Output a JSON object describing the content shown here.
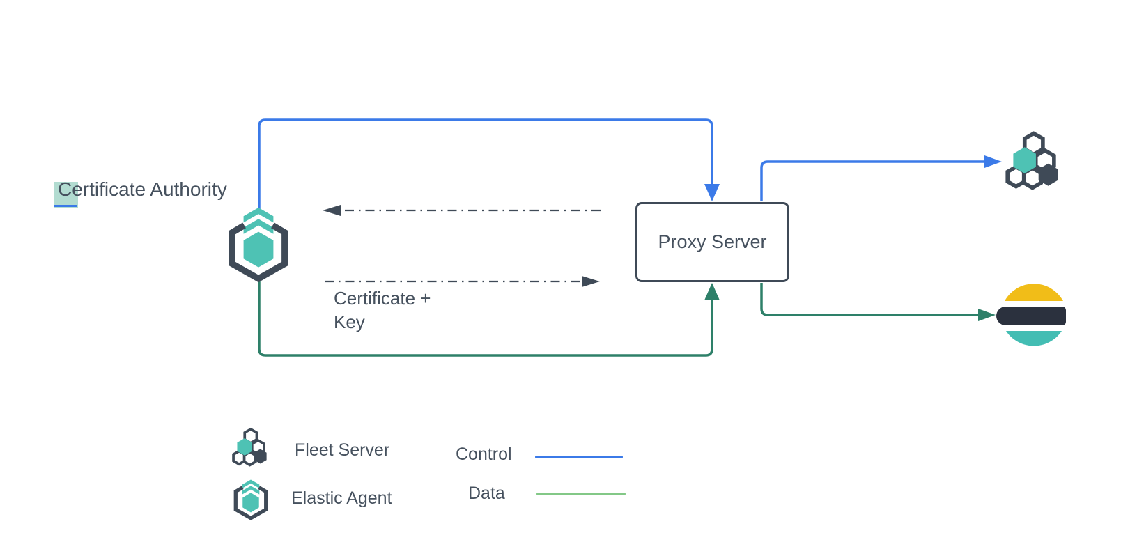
{
  "diagram": {
    "certificate_authority_label": "Certificate Authority",
    "proxy_server_label": "Proxy Server",
    "certificate_key_line1": "Certificate +",
    "certificate_key_line2": "Key"
  },
  "legend": {
    "fleet_server_label": "Fleet Server",
    "elastic_agent_label": "Elastic Agent",
    "control_label": "Control",
    "data_label": "Data"
  },
  "icons": {
    "elastic_agent": "elastic-agent-icon (hexagon brackets with teal hexagon and chevrons)",
    "fleet_server": "fleet-server-icon (cluster of hexagons, one teal, one dark)",
    "elasticsearch": "elasticsearch-icon (yellow top arc, dark bar, teal bottom arc)"
  },
  "colors": {
    "control_blue": "#3b7ae8",
    "data_green": "#2e8069",
    "legend_data_green": "#83c887",
    "slate_dark": "#3f4a57",
    "agent_teal": "#4ec2b4",
    "es_yellow": "#f1bd18",
    "es_dark": "#2b313e",
    "es_teal": "#43bdb3",
    "text_dark": "#46515e",
    "selection_teal": "#a5d6c9"
  }
}
